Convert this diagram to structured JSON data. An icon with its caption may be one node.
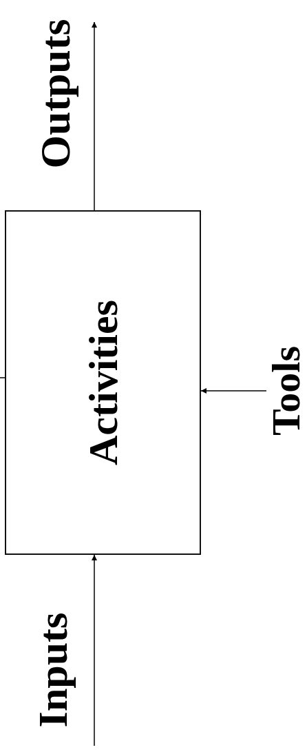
{
  "diagram": {
    "nodes": [
      {
        "text": [
          "Activities"
        ]
      },
      {
        "text": [
          "Tools"
        ]
      }
    ],
    "edges": [
      {
        "from": null,
        "to": 0,
        "arrow": "to",
        "label": "Inputs"
      },
      {
        "from": 0,
        "to": null,
        "arrow": "to",
        "label": "Outputs"
      },
      {
        "from": 1,
        "to": 0,
        "arrow": "to"
      },
      {
        "from": null,
        "to": 0,
        "arrow": "none"
      }
    ]
  }
}
